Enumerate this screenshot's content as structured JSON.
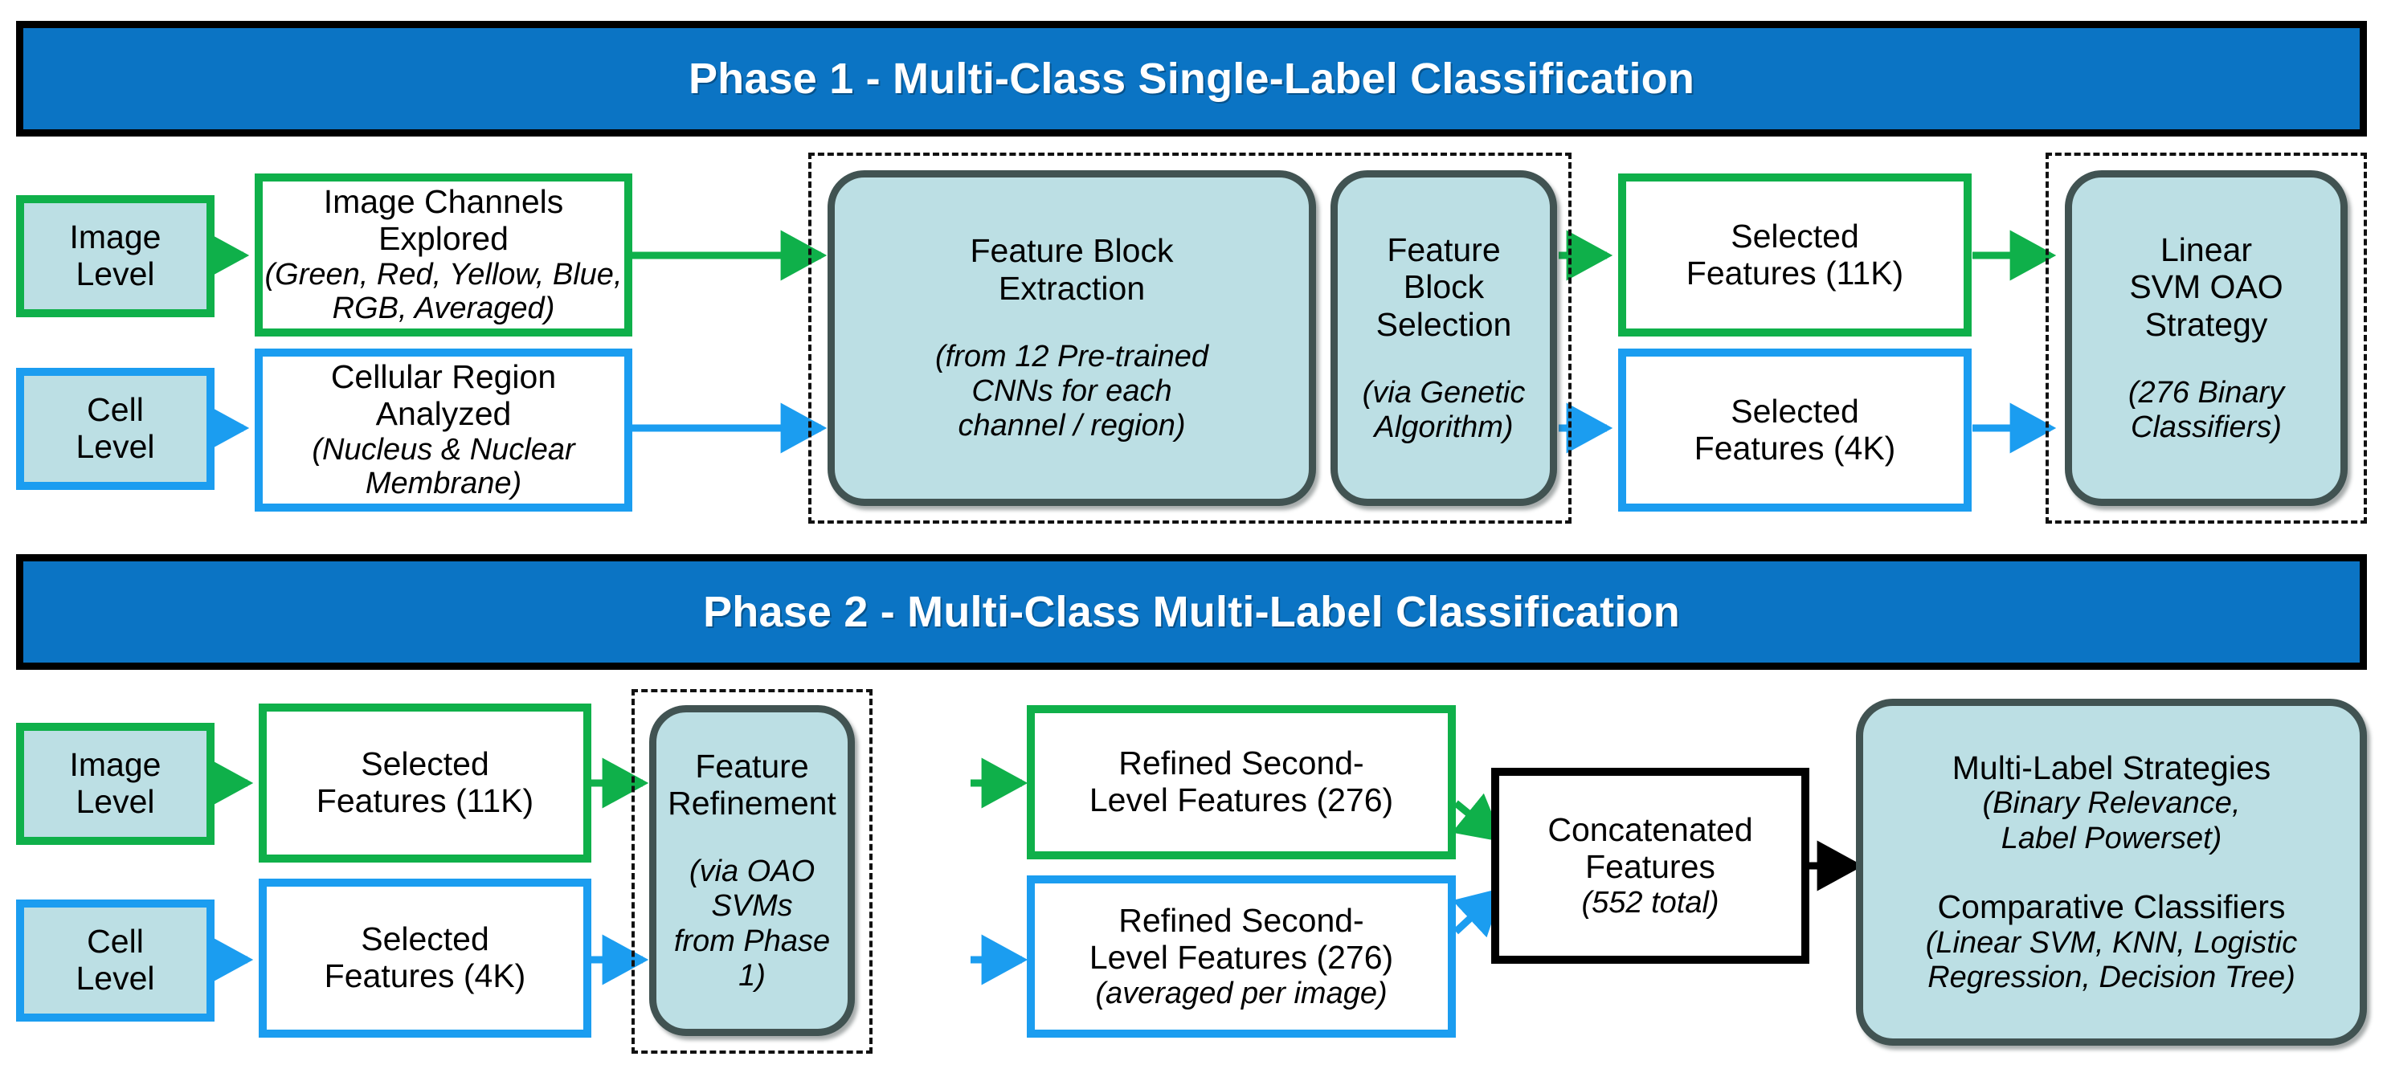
{
  "colors": {
    "banner_blue": "#0B74C4",
    "banner_border": "#000000",
    "green": "#0FB04A",
    "blue": "#1B9DF0",
    "teal_fill": "#BCDFE4",
    "round_border": "#415352",
    "black": "#000000",
    "white": "#FFFFFF"
  },
  "phase1": {
    "banner": "Phase 1 - Multi-Class Single-Label Classification",
    "image_level": "Image\nLevel",
    "image_level_l1": "Image",
    "image_level_l2": "Level",
    "cell_level_l1": "Cell",
    "cell_level_l2": "Level",
    "image_channels": {
      "title": "Image Channels Explored",
      "sub_l1": "(Green, Red, Yellow, Blue,",
      "sub_l2": "RGB, Averaged)"
    },
    "cellular_region": {
      "title": "Cellular Region Analyzed",
      "sub_l1": "(Nucleus & Nuclear",
      "sub_l2": "Membrane)"
    },
    "feature_block_extraction": {
      "title_l1": "Feature Block",
      "title_l2": "Extraction",
      "sub_l1": "(from 12 Pre-trained",
      "sub_l2": "CNNs for each",
      "sub_l3": "channel / region)"
    },
    "feature_block_selection": {
      "title_l1": "Feature",
      "title_l2": "Block",
      "title_l3": "Selection",
      "sub_l1": "(via Genetic",
      "sub_l2": "Algorithm)"
    },
    "selected_11k": {
      "l1": "Selected",
      "l2": "Features (11K)"
    },
    "selected_4k": {
      "l1": "Selected",
      "l2": "Features (4K)"
    },
    "linear_svm": {
      "title_l1": "Linear",
      "title_l2": "SVM OAO",
      "title_l3": "Strategy",
      "sub_l1": "(276 Binary",
      "sub_l2": "Classifiers)"
    }
  },
  "phase2": {
    "banner": "Phase 2 - Multi-Class Multi-Label Classification",
    "image_level_l1": "Image",
    "image_level_l2": "Level",
    "cell_level_l1": "Cell",
    "cell_level_l2": "Level",
    "selected_11k": {
      "l1": "Selected",
      "l2": "Features (11K)"
    },
    "selected_4k": {
      "l1": "Selected",
      "l2": "Features (4K)"
    },
    "feature_refinement": {
      "title_l1": "Feature",
      "title_l2": "Refinement",
      "sub_l1": "(via OAO SVMs",
      "sub_l2": "from Phase 1)"
    },
    "refined_image": {
      "l1": "Refined Second-",
      "l2": "Level Features (276)"
    },
    "refined_cell": {
      "l1": "Refined Second-",
      "l2": "Level Features (276)",
      "sub": "(averaged per image)"
    },
    "concatenated": {
      "l1": "Concatenated",
      "l2": "Features",
      "sub": "(552 total)"
    },
    "final": {
      "title_l1": "Multi-Label Strategies",
      "sub_l1": "(Binary Relevance,",
      "sub_l2": "Label Powerset)",
      "title_l2": "Comparative Classifiers",
      "sub_l3": "(Linear SVM, KNN, Logistic",
      "sub_l4": "Regression, Decision Tree)"
    }
  }
}
